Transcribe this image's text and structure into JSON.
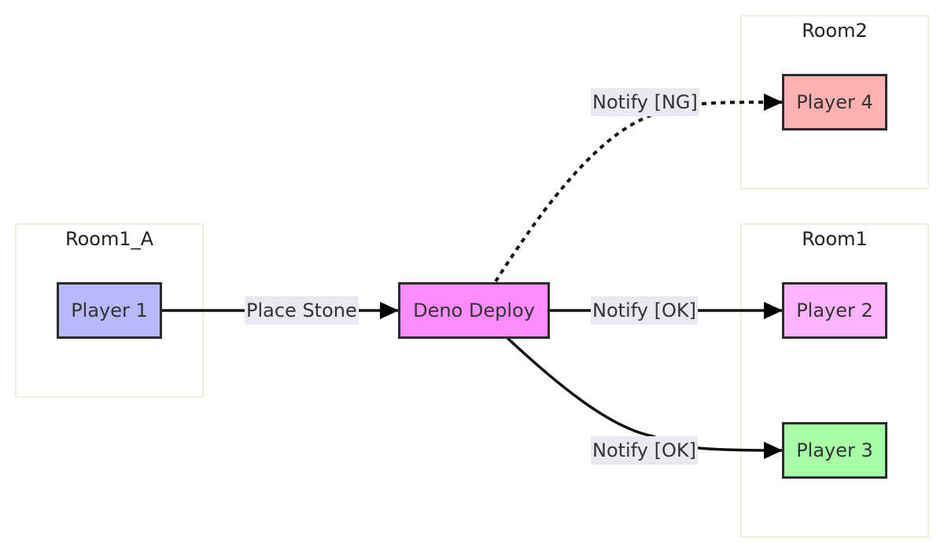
{
  "rooms": {
    "room1_a": "Room1_A",
    "room1": "Room1",
    "room2": "Room2"
  },
  "nodes": {
    "player1": {
      "label": "Player 1",
      "color": "#b7b9ff"
    },
    "deno": {
      "label": "Deno Deploy",
      "color": "#ff8cff"
    },
    "player2": {
      "label": "Player 2",
      "color": "#ffb4ff"
    },
    "player3": {
      "label": "Player 3",
      "color": "#a6ffa6"
    },
    "player4": {
      "label": "Player 4",
      "color": "#ffb1b1"
    }
  },
  "edges": {
    "place_stone": "Place Stone",
    "notify_ng": "Notify [NG]",
    "notify_ok_p2": "Notify [OK]",
    "notify_ok_p3": "Notify [OK]"
  }
}
